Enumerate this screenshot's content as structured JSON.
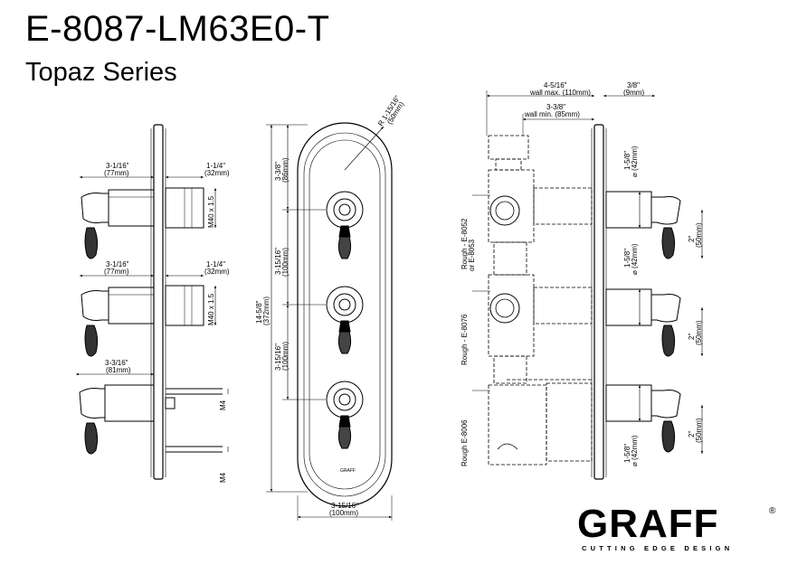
{
  "header": {
    "model": "E-8087-LM63E0-T",
    "series": "Topaz Series"
  },
  "brand": {
    "name": "GRAFF",
    "registered": "®",
    "tagline": "CUTTING EDGE DESIGN"
  },
  "plate_logo": "GRAFF",
  "side_view": {
    "top_depth": "3-1/16\"",
    "top_depth_mm": "(77mm)",
    "top_stem": "1-1/4\"",
    "top_stem_mm": "(32mm)",
    "top_thread": "M40 x 1.5",
    "mid_depth": "3-1/16\"",
    "mid_depth_mm": "(77mm)",
    "mid_stem": "1-1/4\"",
    "mid_stem_mm": "(32mm)",
    "mid_thread": "M40 x 1.5",
    "bottom_depth": "3-3/16\"",
    "bottom_depth_mm": "(81mm)",
    "m4_upper": "M4",
    "m4_lower": "M4"
  },
  "front_view": {
    "radius": "R 1-15/16\"",
    "radius_mm": "(50mm)",
    "top_offset": "3-3/8\"",
    "top_offset_mm": "(86mm)",
    "spacing_1": "3-15/16\"",
    "spacing_1_mm": "(100mm)",
    "spacing_2": "3-15/16\"",
    "spacing_2_mm": "(100mm)",
    "total_height": "14-5/8\"",
    "total_height_mm": "(372mm)",
    "width": "3-15/16\"",
    "width_mm": "(100mm)"
  },
  "section_view": {
    "wall_max": "4-5/16\"",
    "wall_max_label": "wall max. (110mm)",
    "wall_min": "3-3/8\"",
    "wall_min_label": "wall min. (85mm)",
    "plate": "3/8\"",
    "plate_mm": "(9mm)",
    "rough_1": "Rough - E-8052",
    "rough_1b": "or E-8053",
    "rough_2": "Rough - E-8076",
    "rough_3": "Rough E-8006",
    "dia_1": "1-5/8\"",
    "dia_1_mm": "⌀ (42mm)",
    "h_1": "2\"",
    "h_1_mm": "(50mm)",
    "dia_2": "1-5/8\"",
    "dia_2_mm": "⌀ (42mm)",
    "h_2": "2\"",
    "h_2_mm": "(50mm)",
    "dia_3": "1-5/8\"",
    "dia_3_mm": "⌀ (42mm)",
    "h_3": "2\"",
    "h_3_mm": "(50mm)"
  }
}
